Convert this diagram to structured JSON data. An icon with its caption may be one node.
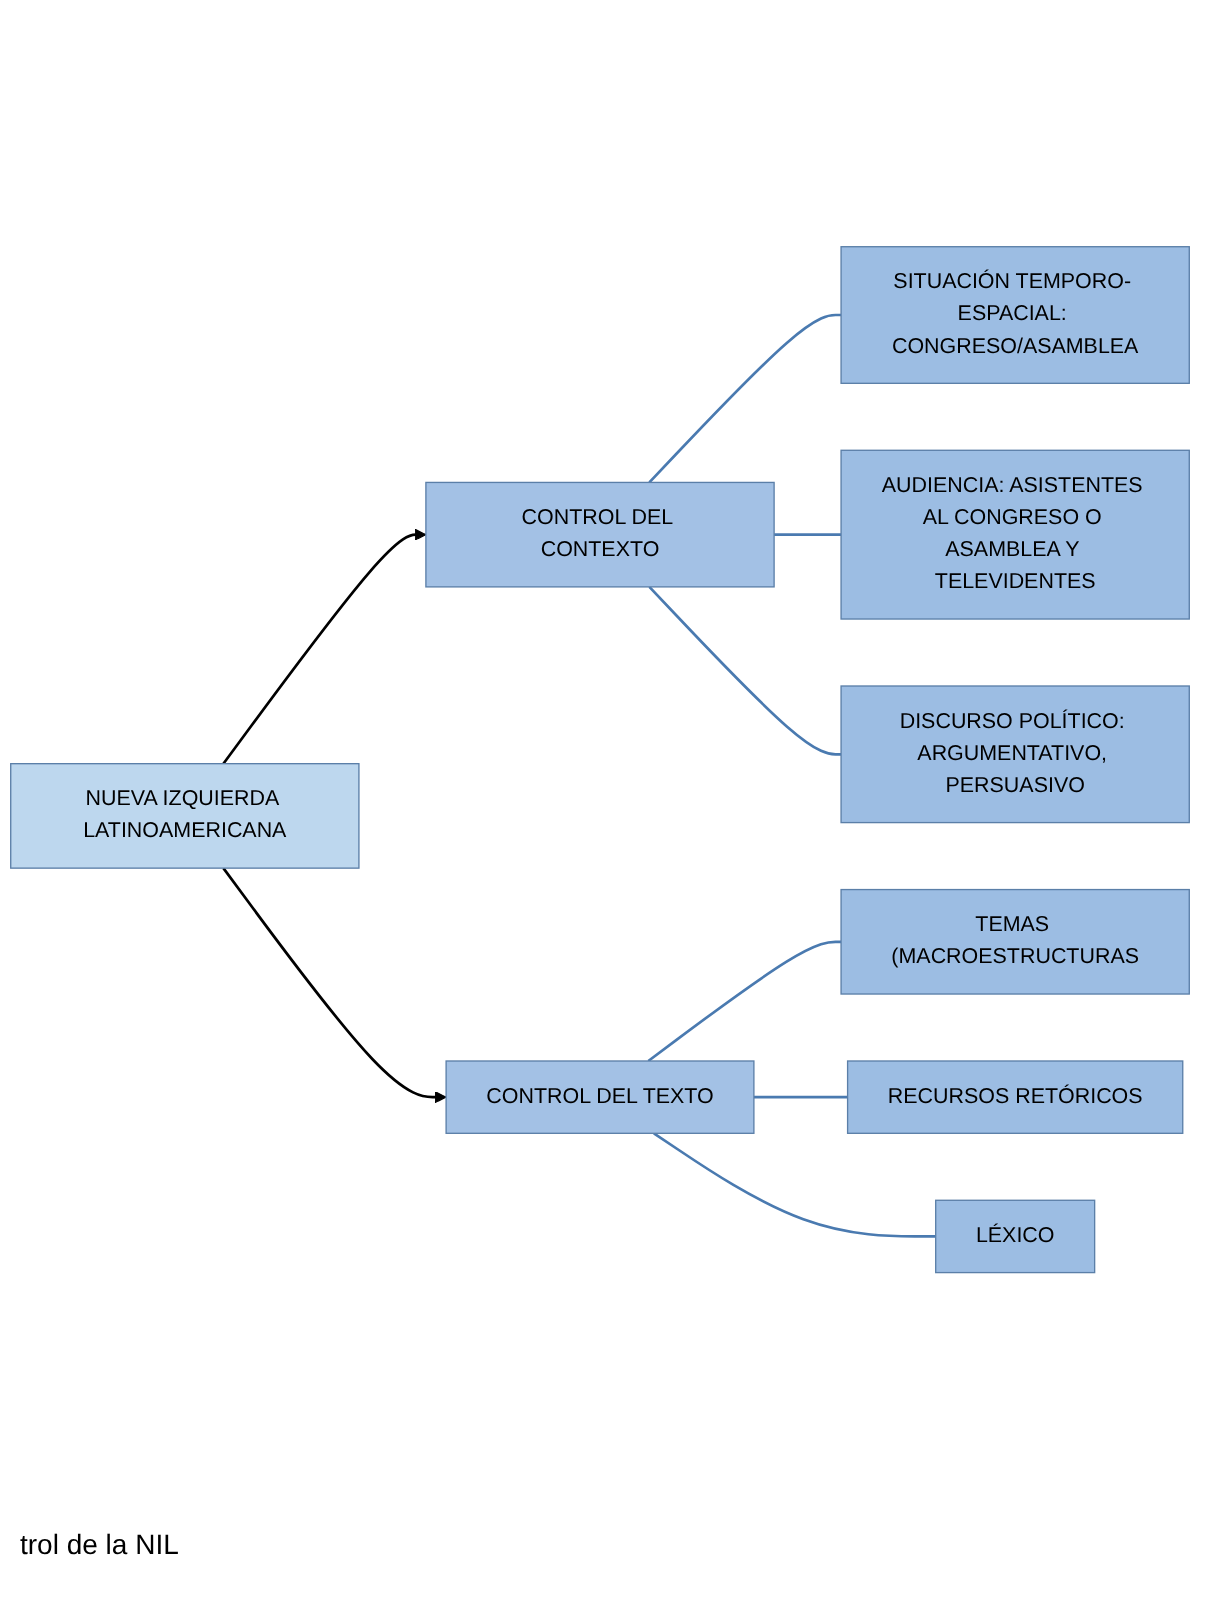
{
  "diagram": {
    "nodes": [
      {
        "text": [
          "NUEVA IZQUIERDA LATINOAMERICANA"
        ]
      },
      {
        "text": [
          "CONTROL DEL CONTEXTO"
        ]
      },
      {
        "text": [
          "SITUACIÓN TEMPORO- ESPACIAL: CONGRESO/ASAMBLEA"
        ]
      },
      {
        "text": [
          "AUDIENCIA: ASISTENTES AL CONGRESO O ASAMBLEA Y TELEVIDENTES"
        ]
      },
      {
        "text": [
          "DISCURSO POLÍTICO: ARGUMENTATIVO, PERSUASIVO"
        ]
      },
      {
        "text": [
          "CONTROL DEL TEXTO"
        ]
      },
      {
        "text": [
          "TEMAS (MACROESTRUCTURAS"
        ]
      },
      {
        "text": [
          "RECURSOS RETÓRICOS"
        ]
      },
      {
        "text": [
          "LÉXICO"
        ]
      }
    ],
    "edges": [
      {
        "from": 0,
        "to": 1,
        "arrow": "to",
        "color": "#000000"
      },
      {
        "from": 1,
        "to": 2,
        "arrow": "none"
      },
      {
        "from": 1,
        "to": 3,
        "arrow": "none"
      },
      {
        "from": 1,
        "to": 4,
        "arrow": "none"
      },
      {
        "from": 0,
        "to": 5,
        "arrow": "to",
        "color": "#000000"
      },
      {
        "from": 5,
        "to": 6,
        "arrow": "none"
      },
      {
        "from": 5,
        "to": 7,
        "arrow": "none"
      },
      {
        "from": 5,
        "to": 8,
        "arrow": "none"
      }
    ],
    "labels": [
      "trol de la NIL"
    ]
  }
}
